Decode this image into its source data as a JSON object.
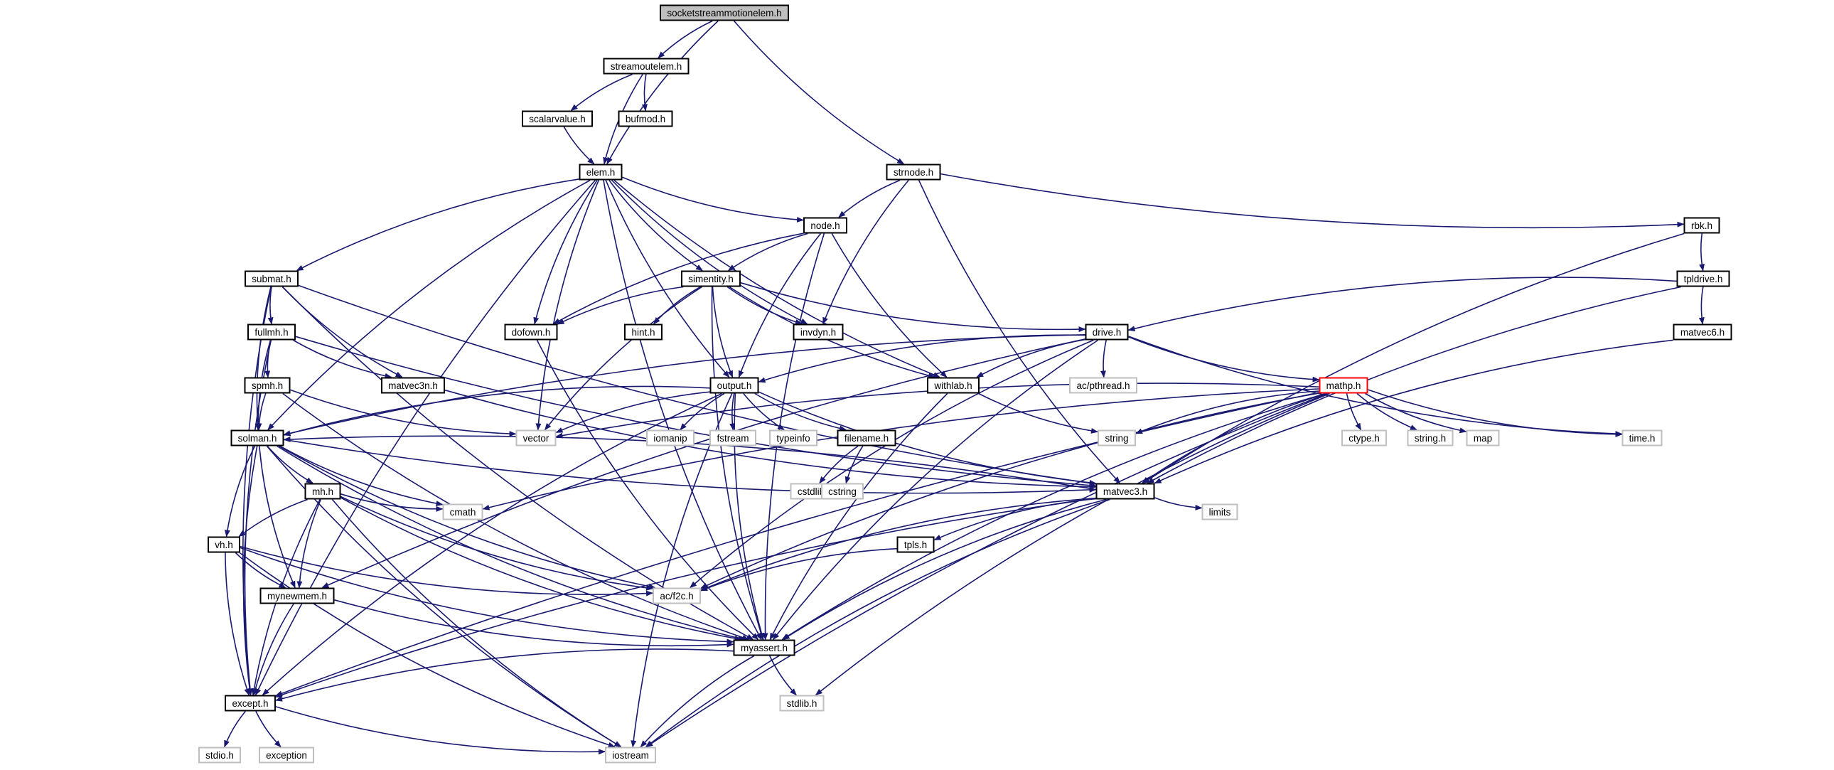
{
  "colors": {
    "edge": "#191970",
    "node_border": "#000000",
    "external_border": "#bfbfbf",
    "root_fill": "#bfbfbf",
    "highlight_border": "#ff0000",
    "background": "#ffffff"
  },
  "nodes": [
    {
      "id": "socketstreammotionelem",
      "label": "socketstreammotionelem.h",
      "kind": "root"
    },
    {
      "id": "streamoutelem",
      "label": "streamoutelem.h",
      "kind": "file"
    },
    {
      "id": "scalarvalue",
      "label": "scalarvalue.h",
      "kind": "file"
    },
    {
      "id": "bufmod",
      "label": "bufmod.h",
      "kind": "file"
    },
    {
      "id": "elem",
      "label": "elem.h",
      "kind": "file"
    },
    {
      "id": "strnode",
      "label": "strnode.h",
      "kind": "file"
    },
    {
      "id": "node",
      "label": "node.h",
      "kind": "file"
    },
    {
      "id": "rbk",
      "label": "rbk.h",
      "kind": "file"
    },
    {
      "id": "submat",
      "label": "submat.h",
      "kind": "file"
    },
    {
      "id": "simentity",
      "label": "simentity.h",
      "kind": "file"
    },
    {
      "id": "tpldrive",
      "label": "tpldrive.h",
      "kind": "file"
    },
    {
      "id": "fullmh",
      "label": "fullmh.h",
      "kind": "file"
    },
    {
      "id": "dofown",
      "label": "dofown.h",
      "kind": "file"
    },
    {
      "id": "hint",
      "label": "hint.h",
      "kind": "file"
    },
    {
      "id": "invdyn",
      "label": "invdyn.h",
      "kind": "file"
    },
    {
      "id": "drive",
      "label": "drive.h",
      "kind": "file"
    },
    {
      "id": "matvec6",
      "label": "matvec6.h",
      "kind": "file"
    },
    {
      "id": "spmh",
      "label": "spmh.h",
      "kind": "file"
    },
    {
      "id": "matvec3n",
      "label": "matvec3n.h",
      "kind": "file"
    },
    {
      "id": "output",
      "label": "output.h",
      "kind": "file"
    },
    {
      "id": "withlab",
      "label": "withlab.h",
      "kind": "file"
    },
    {
      "id": "acpthread",
      "label": "ac/pthread.h",
      "kind": "external"
    },
    {
      "id": "mathp",
      "label": "mathp.h",
      "kind": "highlight"
    },
    {
      "id": "solman",
      "label": "solman.h",
      "kind": "file"
    },
    {
      "id": "vector",
      "label": "vector",
      "kind": "external"
    },
    {
      "id": "iomanip",
      "label": "iomanip",
      "kind": "external"
    },
    {
      "id": "fstream",
      "label": "fstream",
      "kind": "external"
    },
    {
      "id": "typeinfo",
      "label": "typeinfo",
      "kind": "external"
    },
    {
      "id": "filename",
      "label": "filename.h",
      "kind": "file"
    },
    {
      "id": "string",
      "label": "string",
      "kind": "external"
    },
    {
      "id": "ctype",
      "label": "ctype.h",
      "kind": "external"
    },
    {
      "id": "stringh",
      "label": "string.h",
      "kind": "external"
    },
    {
      "id": "map",
      "label": "map",
      "kind": "external"
    },
    {
      "id": "timeh",
      "label": "time.h",
      "kind": "external"
    },
    {
      "id": "cstdlib",
      "label": "cstdlib",
      "kind": "external"
    },
    {
      "id": "cstring",
      "label": "cstring",
      "kind": "external"
    },
    {
      "id": "mh",
      "label": "mh.h",
      "kind": "file"
    },
    {
      "id": "matvec3",
      "label": "matvec3.h",
      "kind": "file"
    },
    {
      "id": "cmath",
      "label": "cmath",
      "kind": "external"
    },
    {
      "id": "limits",
      "label": "limits",
      "kind": "external"
    },
    {
      "id": "vh",
      "label": "vh.h",
      "kind": "file"
    },
    {
      "id": "tpls",
      "label": "tpls.h",
      "kind": "file"
    },
    {
      "id": "mynewmem",
      "label": "mynewmem.h",
      "kind": "file"
    },
    {
      "id": "acf2c",
      "label": "ac/f2c.h",
      "kind": "external"
    },
    {
      "id": "myassert",
      "label": "myassert.h",
      "kind": "file"
    },
    {
      "id": "except",
      "label": "except.h",
      "kind": "file"
    },
    {
      "id": "stdlib",
      "label": "stdlib.h",
      "kind": "external"
    },
    {
      "id": "stdio",
      "label": "stdio.h",
      "kind": "external"
    },
    {
      "id": "exception",
      "label": "exception",
      "kind": "external"
    },
    {
      "id": "iostream",
      "label": "iostream",
      "kind": "external"
    }
  ],
  "edges": [
    [
      "socketstreammotionelem",
      "streamoutelem"
    ],
    [
      "socketstreammotionelem",
      "elem"
    ],
    [
      "socketstreammotionelem",
      "strnode"
    ],
    [
      "streamoutelem",
      "scalarvalue"
    ],
    [
      "streamoutelem",
      "bufmod"
    ],
    [
      "streamoutelem",
      "elem"
    ],
    [
      "scalarvalue",
      "elem"
    ],
    [
      "elem",
      "node"
    ],
    [
      "elem",
      "submat"
    ],
    [
      "elem",
      "simentity"
    ],
    [
      "elem",
      "dofown"
    ],
    [
      "elem",
      "invdyn"
    ],
    [
      "elem",
      "output"
    ],
    [
      "elem",
      "withlab"
    ],
    [
      "elem",
      "vector"
    ],
    [
      "elem",
      "solman"
    ],
    [
      "elem",
      "myassert"
    ],
    [
      "elem",
      "except"
    ],
    [
      "strnode",
      "node"
    ],
    [
      "strnode",
      "rbk"
    ],
    [
      "strnode",
      "invdyn"
    ],
    [
      "strnode",
      "matvec3"
    ],
    [
      "node",
      "simentity"
    ],
    [
      "node",
      "dofown"
    ],
    [
      "node",
      "output"
    ],
    [
      "node",
      "withlab"
    ],
    [
      "node",
      "myassert"
    ],
    [
      "rbk",
      "tpldrive"
    ],
    [
      "rbk",
      "matvec3"
    ],
    [
      "submat",
      "fullmh"
    ],
    [
      "submat",
      "matvec3n"
    ],
    [
      "submat",
      "solman"
    ],
    [
      "submat",
      "matvec3"
    ],
    [
      "submat",
      "myassert"
    ],
    [
      "submat",
      "except"
    ],
    [
      "simentity",
      "dofown"
    ],
    [
      "simentity",
      "hint"
    ],
    [
      "simentity",
      "invdyn"
    ],
    [
      "simentity",
      "drive"
    ],
    [
      "simentity",
      "output"
    ],
    [
      "simentity",
      "withlab"
    ],
    [
      "simentity",
      "vector"
    ],
    [
      "simentity",
      "myassert"
    ],
    [
      "tpldrive",
      "drive"
    ],
    [
      "tpldrive",
      "matvec6"
    ],
    [
      "tpldrive",
      "matvec3"
    ],
    [
      "fullmh",
      "spmh"
    ],
    [
      "fullmh",
      "matvec3n"
    ],
    [
      "fullmh",
      "solman"
    ],
    [
      "fullmh",
      "matvec3"
    ],
    [
      "fullmh",
      "except"
    ],
    [
      "dofown",
      "myassert"
    ],
    [
      "drive",
      "output"
    ],
    [
      "drive",
      "withlab"
    ],
    [
      "drive",
      "acpthread"
    ],
    [
      "drive",
      "mathp"
    ],
    [
      "drive",
      "solman"
    ],
    [
      "drive",
      "timeh"
    ],
    [
      "drive",
      "myassert"
    ],
    [
      "drive",
      "mynewmem"
    ],
    [
      "drive",
      "acf2c"
    ],
    [
      "matvec6",
      "matvec3"
    ],
    [
      "spmh",
      "solman"
    ],
    [
      "spmh",
      "vector"
    ],
    [
      "spmh",
      "myassert"
    ],
    [
      "matvec3n",
      "matvec3"
    ],
    [
      "output",
      "solman"
    ],
    [
      "output",
      "vector"
    ],
    [
      "output",
      "iomanip"
    ],
    [
      "output",
      "fstream"
    ],
    [
      "output",
      "typeinfo"
    ],
    [
      "output",
      "filename"
    ],
    [
      "output",
      "matvec3"
    ],
    [
      "output",
      "myassert"
    ],
    [
      "output",
      "except"
    ],
    [
      "output",
      "iostream"
    ],
    [
      "withlab",
      "string"
    ],
    [
      "withlab",
      "myassert"
    ],
    [
      "mathp",
      "vector"
    ],
    [
      "mathp",
      "string"
    ],
    [
      "mathp",
      "ctype"
    ],
    [
      "mathp",
      "stringh"
    ],
    [
      "mathp",
      "map"
    ],
    [
      "mathp",
      "timeh"
    ],
    [
      "mathp",
      "matvec3"
    ],
    [
      "mathp",
      "cmath"
    ],
    [
      "mathp",
      "acf2c"
    ],
    [
      "mathp",
      "myassert"
    ],
    [
      "mathp",
      "except"
    ],
    [
      "mathp",
      "stdlib"
    ],
    [
      "mathp",
      "iostream"
    ],
    [
      "solman",
      "matvec3"
    ],
    [
      "solman",
      "mh"
    ],
    [
      "solman",
      "vh"
    ],
    [
      "solman",
      "mynewmem"
    ],
    [
      "solman",
      "cmath"
    ],
    [
      "solman",
      "acf2c"
    ],
    [
      "solman",
      "myassert"
    ],
    [
      "solman",
      "except"
    ],
    [
      "solman",
      "iostream"
    ],
    [
      "filename",
      "cstdlib"
    ],
    [
      "filename",
      "cstring"
    ],
    [
      "mh",
      "cmath"
    ],
    [
      "mh",
      "vh"
    ],
    [
      "mh",
      "mynewmem"
    ],
    [
      "mh",
      "acf2c"
    ],
    [
      "mh",
      "myassert"
    ],
    [
      "mh",
      "except"
    ],
    [
      "mh",
      "iostream"
    ],
    [
      "matvec3",
      "solman"
    ],
    [
      "matvec3",
      "limits"
    ],
    [
      "matvec3",
      "tpls"
    ],
    [
      "matvec3",
      "acf2c"
    ],
    [
      "matvec3",
      "myassert"
    ],
    [
      "matvec3",
      "except"
    ],
    [
      "matvec3",
      "iostream"
    ],
    [
      "vh",
      "mynewmem"
    ],
    [
      "vh",
      "acf2c"
    ],
    [
      "vh",
      "myassert"
    ],
    [
      "vh",
      "except"
    ],
    [
      "vh",
      "iostream"
    ],
    [
      "tpls",
      "acf2c"
    ],
    [
      "mynewmem",
      "myassert"
    ],
    [
      "mynewmem",
      "except"
    ],
    [
      "myassert",
      "except"
    ],
    [
      "myassert",
      "stdlib"
    ],
    [
      "myassert",
      "iostream"
    ],
    [
      "except",
      "stdio"
    ],
    [
      "except",
      "exception"
    ],
    [
      "except",
      "iostream"
    ]
  ]
}
